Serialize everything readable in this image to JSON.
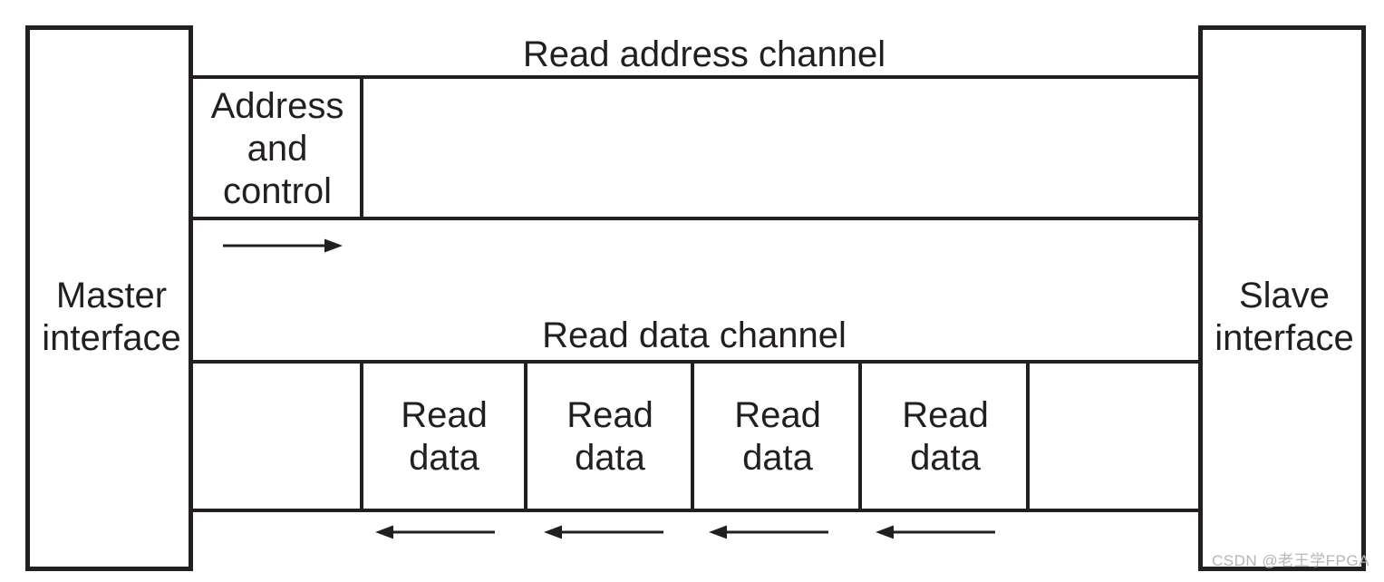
{
  "labels": {
    "read_address_channel": "Read address channel",
    "read_data_channel": "Read data channel"
  },
  "master": {
    "label": "Master\ninterface"
  },
  "slave": {
    "label": "Slave\ninterface"
  },
  "address_box": {
    "label": "Address\nand\ncontrol"
  },
  "read_data_cells": [
    {
      "label": "Read\ndata"
    },
    {
      "label": "Read\ndata"
    },
    {
      "label": "Read\ndata"
    },
    {
      "label": "Read\ndata"
    }
  ],
  "arrows": {
    "address_channel_direction": "right",
    "data_channel_direction": "left",
    "data_arrow_count": 4
  },
  "watermark": {
    "text": "CSDN @老王学FPGA"
  },
  "colors": {
    "line": "#231f20",
    "text": "#231f20",
    "watermark": "#b6b5ba",
    "background": "#ffffff"
  }
}
